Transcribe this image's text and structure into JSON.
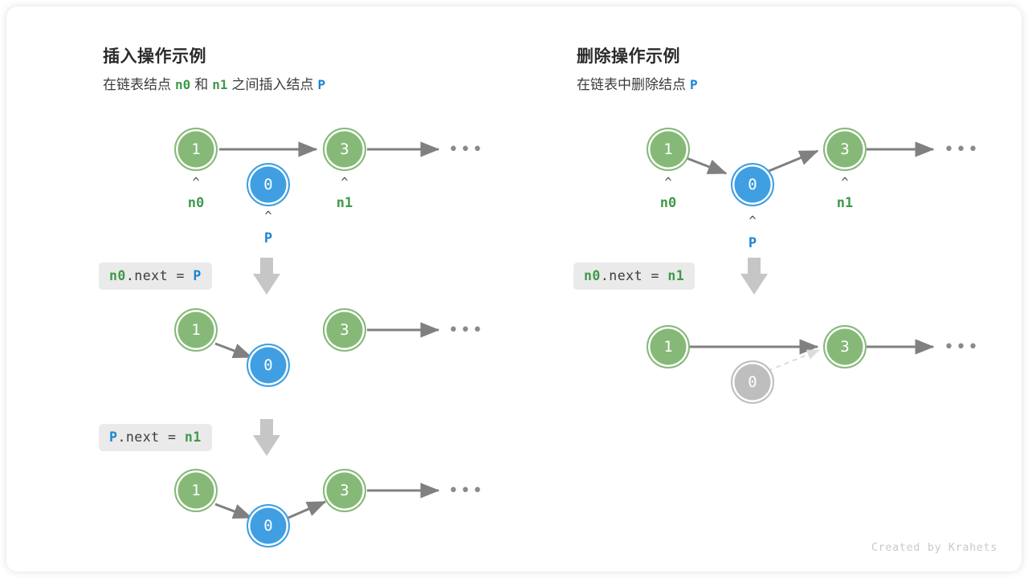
{
  "footer": {
    "credit": "Created by Krahets"
  },
  "colors": {
    "node_green": "#86b978",
    "node_blue": "#3f9fe2",
    "node_gray": "#bebebe",
    "label_green": "#3f9a4b",
    "label_blue": "#1c85d0",
    "arrow_gray": "#808080",
    "badge_bg": "#eaeaea"
  },
  "panels": [
    {
      "id": "insert",
      "title": "插入操作示例",
      "subtitle": {
        "part1": "在链表结点",
        "var1": "n0",
        "part2": "和",
        "var2": "n1",
        "part3": "之间插入结点",
        "var3": "P"
      },
      "steps": [
        {
          "code": {
            "lhs": "n0",
            "mid": ".next = ",
            "rhs": "P"
          },
          "nodes": [
            {
              "value": "1",
              "kind": "green",
              "pointer": "n0"
            },
            {
              "value": "0",
              "kind": "blue",
              "pointer": "P"
            },
            {
              "value": "3",
              "kind": "green",
              "pointer": "n1"
            }
          ],
          "dots": "•••"
        },
        {
          "code": {
            "lhs": "P",
            "mid": ".next = ",
            "rhs": "n1"
          },
          "nodes": [
            {
              "value": "1",
              "kind": "green"
            },
            {
              "value": "0",
              "kind": "blue"
            },
            {
              "value": "3",
              "kind": "green"
            }
          ],
          "dots": "•••"
        },
        {
          "nodes": [
            {
              "value": "1",
              "kind": "green"
            },
            {
              "value": "0",
              "kind": "blue"
            },
            {
              "value": "3",
              "kind": "green"
            }
          ],
          "dots": "•••"
        }
      ]
    },
    {
      "id": "delete",
      "title": "删除操作示例",
      "subtitle": {
        "part1": "在链表中删除结点",
        "var1": "P"
      },
      "steps": [
        {
          "code": {
            "lhs": "n0",
            "mid": ".next = ",
            "rhs": "n1"
          },
          "nodes": [
            {
              "value": "1",
              "kind": "green",
              "pointer": "n0"
            },
            {
              "value": "0",
              "kind": "blue",
              "pointer": "P"
            },
            {
              "value": "3",
              "kind": "green",
              "pointer": "n1"
            }
          ],
          "dots": "•••"
        },
        {
          "nodes": [
            {
              "value": "1",
              "kind": "green"
            },
            {
              "value": "0",
              "kind": "gray"
            },
            {
              "value": "3",
              "kind": "green"
            }
          ],
          "dots": "•••"
        }
      ]
    }
  ]
}
